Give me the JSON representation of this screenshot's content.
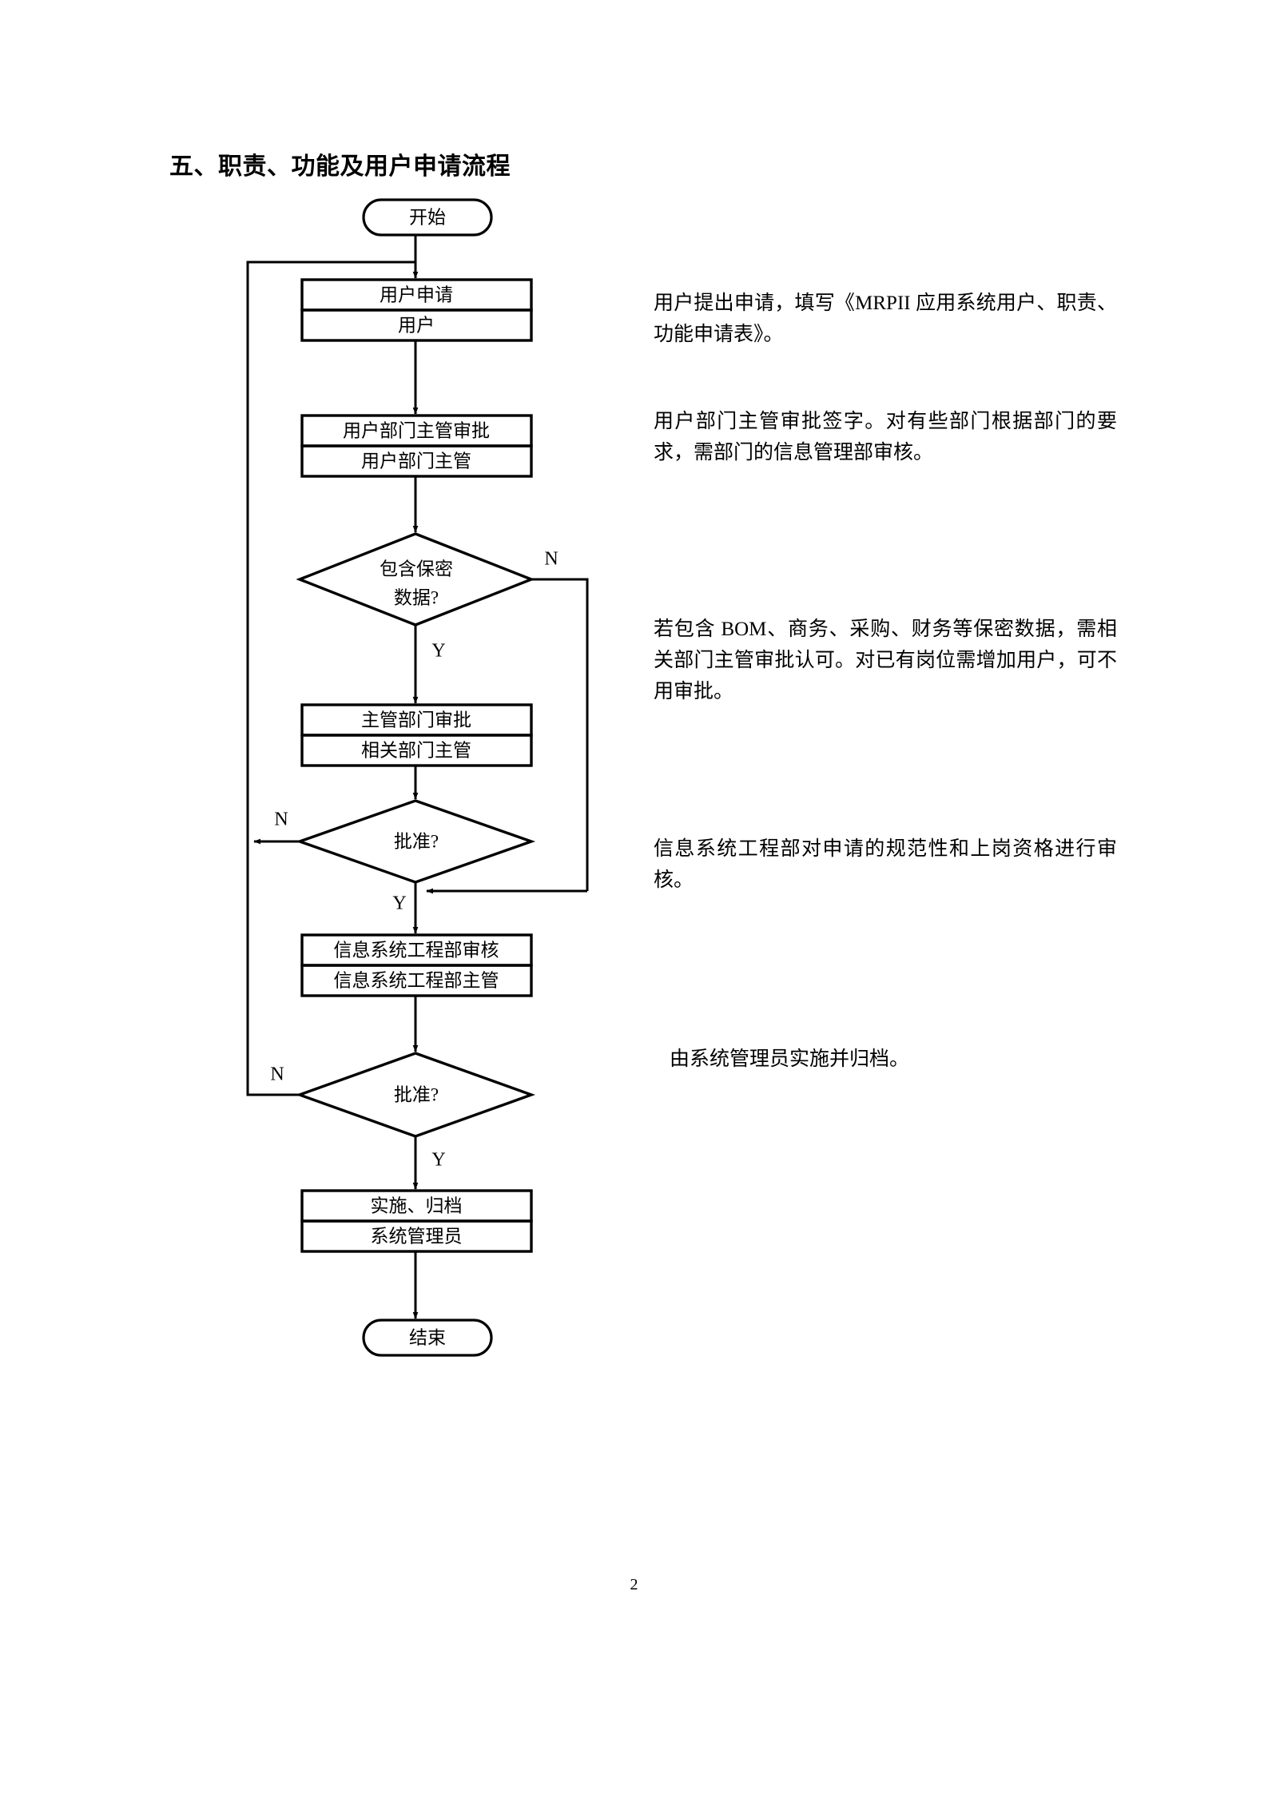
{
  "document": {
    "heading": "五、职责、功能及用户申请流程",
    "page_number": "2"
  },
  "flowchart": {
    "start": {
      "label": "开始"
    },
    "end": {
      "label": "结束"
    },
    "steps": [
      {
        "action": "用户申请",
        "actor": "用户"
      },
      {
        "action": "用户部门主管审批",
        "actor": "用户部门主管"
      },
      {
        "action": "主管部门审批",
        "actor": "相关部门主管"
      },
      {
        "action": "信息系统工程部审核",
        "actor": "信息系统工程部主管"
      },
      {
        "action": "实施、归档",
        "actor": "系统管理员"
      }
    ],
    "decisions": [
      {
        "line1": "包含保密",
        "line2": "数据?",
        "yes": "Y",
        "no": "N"
      },
      {
        "line1": "批准?",
        "line2": "",
        "yes": "Y",
        "no": "N"
      },
      {
        "line1": "批准?",
        "line2": "",
        "yes": "Y",
        "no": "N"
      }
    ]
  },
  "annotations": [
    "用户提出申请，填写《MRPII 应用系统用户、职责、功能申请表》。",
    "用户部门主管审批签字。对有些部门根据部门的要求，需部门的信息管理部审核。",
    "若包含 BOM、商务、采购、财务等保密数据，需相关部门主管审批认可。对已有岗位需增加用户，可不用审批。",
    "信息系统工程部对申请的规范性和上岗资格进行审核。",
    "由系统管理员实施并归档。"
  ]
}
